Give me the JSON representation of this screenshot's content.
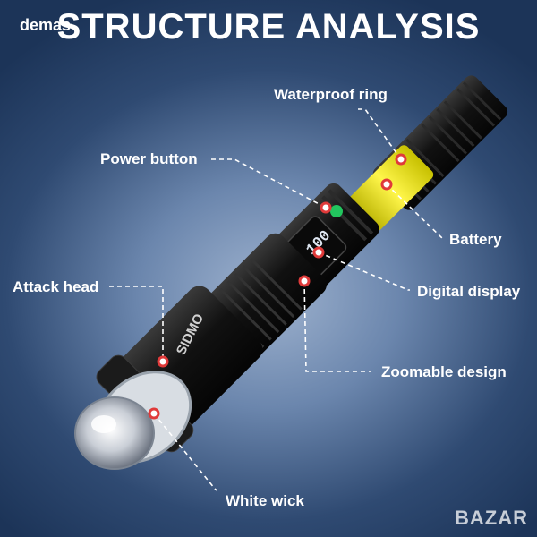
{
  "title": "STRUCTURE ANALYSIS",
  "watermark": "demas",
  "product_brand": "SIDMO",
  "display_reading": "100",
  "labels": {
    "waterproof_ring": "Waterproof ring",
    "power_button": "Power button",
    "battery": "Battery",
    "attack_head": "Attack head",
    "digital_display": "Digital display",
    "zoomable_design": "Zoomable design",
    "white_wick": "White wick"
  },
  "corner_brand": "BAZAR",
  "colors": {
    "background": "#2f4a72",
    "battery": "#e8e000",
    "marker": "#e03a3a",
    "power_led": "#22c55e",
    "body": "#141414"
  }
}
